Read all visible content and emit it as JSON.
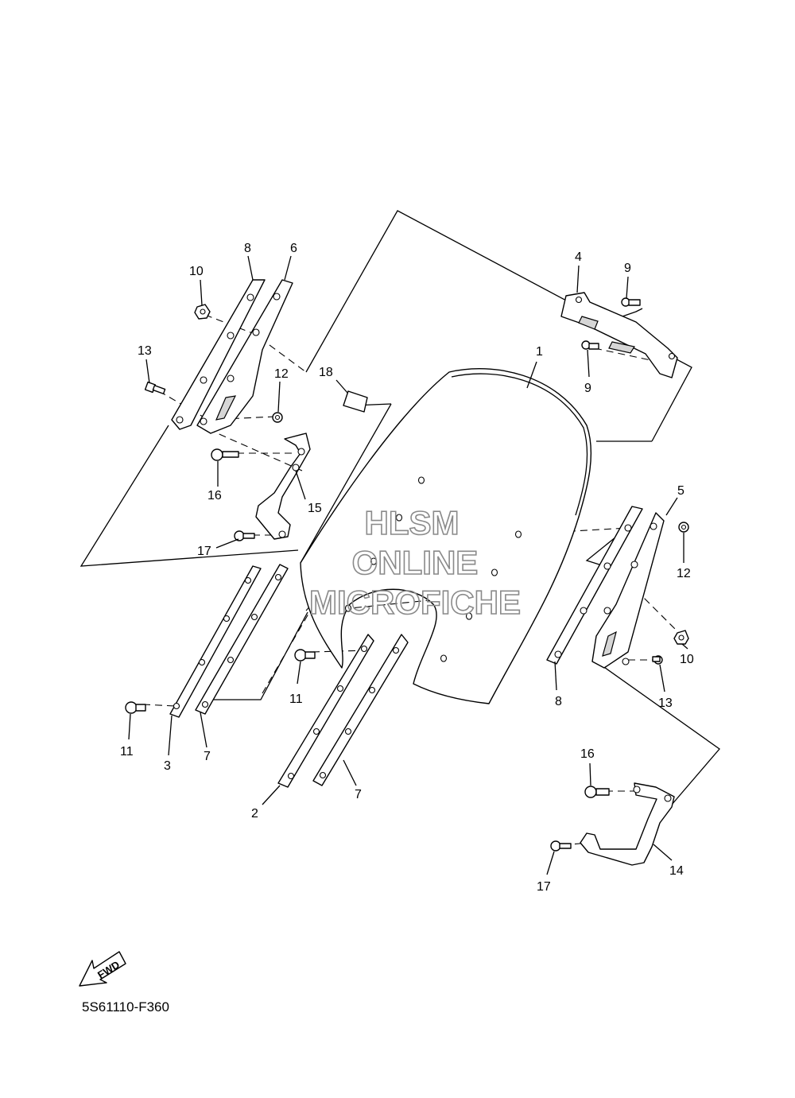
{
  "watermark": {
    "line1": "HLSM",
    "line2": "ONLINE",
    "line3": "MICROFICHE"
  },
  "fwd_label": "FWD",
  "diagram_code": "5S61110-F360",
  "callouts": [
    {
      "id": "c1",
      "text": "1"
    },
    {
      "id": "c2",
      "text": "2"
    },
    {
      "id": "c3",
      "text": "3"
    },
    {
      "id": "c4",
      "text": "4"
    },
    {
      "id": "c5",
      "text": "5"
    },
    {
      "id": "c6",
      "text": "6"
    },
    {
      "id": "c7a",
      "text": "7"
    },
    {
      "id": "c7b",
      "text": "7"
    },
    {
      "id": "c8a",
      "text": "8"
    },
    {
      "id": "c8b",
      "text": "8"
    },
    {
      "id": "c9a",
      "text": "9"
    },
    {
      "id": "c9b",
      "text": "9"
    },
    {
      "id": "c10a",
      "text": "10"
    },
    {
      "id": "c10b",
      "text": "10"
    },
    {
      "id": "c11a",
      "text": "11"
    },
    {
      "id": "c11b",
      "text": "11"
    },
    {
      "id": "c12a",
      "text": "12"
    },
    {
      "id": "c12b",
      "text": "12"
    },
    {
      "id": "c13a",
      "text": "13"
    },
    {
      "id": "c13b",
      "text": "13"
    },
    {
      "id": "c14",
      "text": "14"
    },
    {
      "id": "c15",
      "text": "15"
    },
    {
      "id": "c16a",
      "text": "16"
    },
    {
      "id": "c16b",
      "text": "16"
    },
    {
      "id": "c17a",
      "text": "17"
    },
    {
      "id": "c17b",
      "text": "17"
    },
    {
      "id": "c18",
      "text": "18"
    }
  ]
}
